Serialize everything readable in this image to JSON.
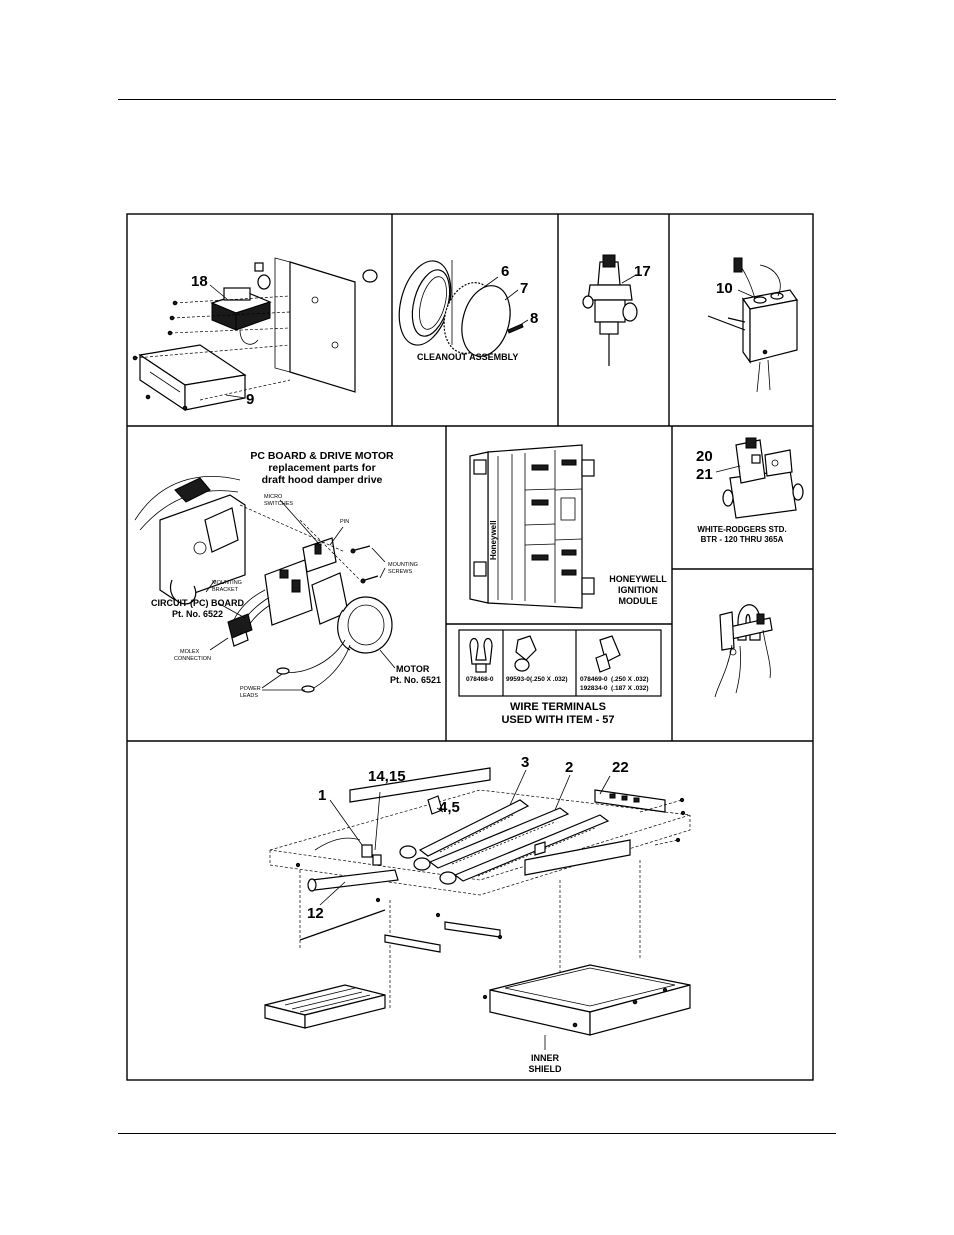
{
  "figure": {
    "panels": {
      "blower": {
        "labels": {
          "p18": "18",
          "p9": "9"
        }
      },
      "cleanout": {
        "labels": {
          "p6": "6",
          "p7": "7",
          "p8": "8"
        },
        "caption": "CLEANOUT ASSEMBLY"
      },
      "relief_valve": {
        "labels": {
          "p17": "17"
        }
      },
      "sensor": {
        "labels": {
          "p10": "10"
        }
      },
      "pc_board": {
        "title_line1": "PC BOARD & DRIVE MOTOR",
        "title_line2": "replacement parts for",
        "title_line3": "draft hood damper drive",
        "micro_switches_line1": "MICRO",
        "micro_switches_line2": "SWITCHES",
        "pin": "PIN",
        "mounting_screws_line1": "MOUNTING",
        "mounting_screws_line2": "SCREWS",
        "mounting_bracket_line1": "MOUNTING",
        "mounting_bracket_line2": "BRACKET",
        "circuit_board_line1": "CIRCUIT (PC) BOARD",
        "circuit_board_line2": "Pt. No. 6522",
        "molex_line1": "MOLEX",
        "molex_line2": "CONNECTION",
        "power_leads_line1": "POWER",
        "power_leads_line2": "LEADS",
        "motor_line1": "MOTOR",
        "motor_line2": "Pt. No. 6521"
      },
      "ignition_module": {
        "caption_line1": "HONEYWELL",
        "caption_line2": "IGNITION",
        "caption_line3": "MODULE",
        "brand": "Honeywell"
      },
      "gas_valve": {
        "labels": {
          "p20": "20",
          "p21": "21"
        },
        "caption_line1": "WHITE-RODGERS STD.",
        "caption_line2": "BTR - 120 THRU 365A"
      },
      "wire_terminals": {
        "cells": [
          {
            "part_no": "078468-0",
            "size": ""
          },
          {
            "part_no": "99593-0",
            "size": "(.250 X .032)"
          },
          {
            "part_no": "078469-0",
            "size": "(.250 X .032)",
            "part_no_2": "192834-0",
            "size_2": "(.187 X .032)"
          }
        ],
        "caption_line1": "WIRE TERMINALS",
        "caption_line2": "USED WITH ITEM - 57"
      },
      "burner_assembly": {
        "labels": {
          "p1": "1",
          "p14_15": "14,15",
          "p3": "3",
          "p2": "2",
          "p22": "22",
          "p4_5": "4,5",
          "p12": "12"
        },
        "inner_shield_line1": "INNER",
        "inner_shield_line2": "SHIELD"
      }
    }
  }
}
